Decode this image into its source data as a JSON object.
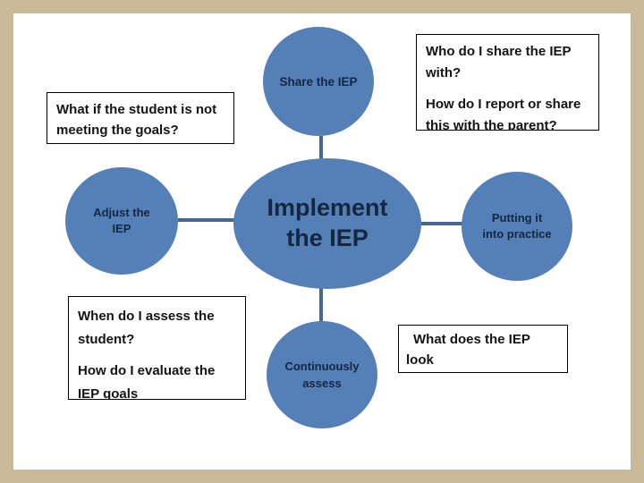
{
  "slide": {
    "background_color": "#FFFFFF",
    "frame_color": "#C9BA99"
  },
  "diagram": {
    "type": "cycle-smartart",
    "node_fill_color": "#5580B7",
    "node_text_color": "#13273E",
    "connector_color": "#44688F",
    "center_node": {
      "label": "Implement\nthe IEP"
    },
    "satellite_nodes": [
      {
        "id": "share",
        "label": "Share the IEP"
      },
      {
        "id": "adjust",
        "label": "Adjust the\nIEP"
      },
      {
        "id": "putting",
        "label": "Putting it\ninto practice"
      },
      {
        "id": "assess",
        "label": "Continuously\nassess"
      }
    ]
  },
  "notes": [
    {
      "id": "share-note",
      "paragraphs": [
        "Who do I share the IEP\nwith?",
        "How do I report or share\nthis with the parent?"
      ]
    },
    {
      "id": "adjust-note",
      "paragraphs": [
        "What if the student is not\nmeeting the goals?"
      ]
    },
    {
      "id": "assess-note",
      "paragraphs": [
        "When do I assess the\nstudent?",
        "How do I evaluate the\nIEP goals"
      ]
    },
    {
      "id": "practice-note",
      "paragraphs": [
        "What does the IEP look\nlike in practice?"
      ]
    }
  ]
}
